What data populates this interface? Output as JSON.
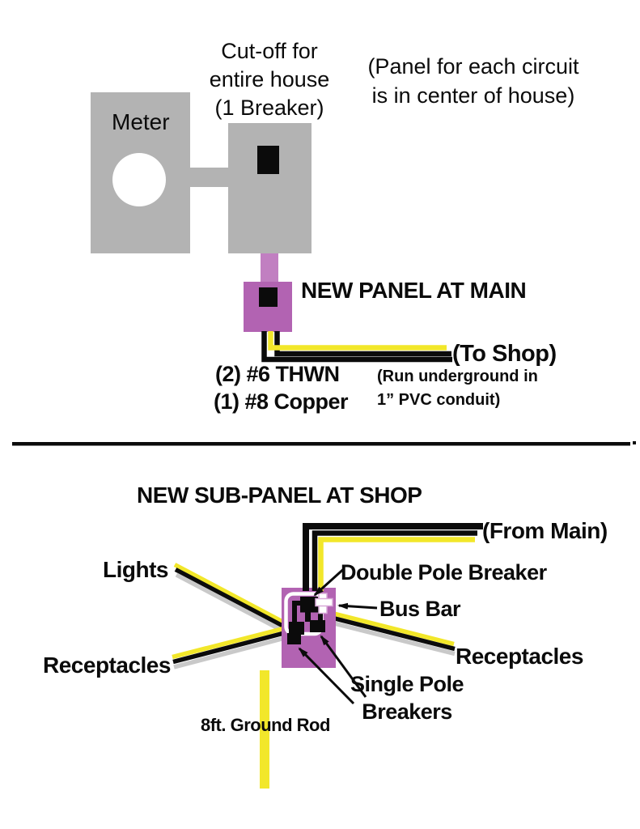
{
  "colors": {
    "ink": "#0b0b0b",
    "box_gray": "#b3b3b3",
    "panel_purple": "#b263b2",
    "stub_purple": "#c17fc1",
    "wire_yellow": "#f2e72a",
    "wire_gray": "#c9c9c9",
    "bus_bar_white": "#ffffff",
    "cross_outline": "#d8a9d8",
    "background": "#ffffff"
  },
  "main_section": {
    "cutoff_label": {
      "lines": [
        "Cut-off for",
        "entire house",
        "(1 Breaker)"
      ]
    },
    "center_note": {
      "lines": [
        "(Panel for each circuit",
        "is in center of house)"
      ]
    },
    "meter_label": "Meter",
    "panel_label": "NEW PANEL AT MAIN",
    "to_shop_label": "(To Shop)",
    "wire_spec_line1": "(2) #6 THWN",
    "wire_spec_line2": "(1) #8 Copper",
    "underground_note": {
      "lines": [
        "(Run underground in",
        "1” PVC conduit)"
      ]
    }
  },
  "shop_section": {
    "title": "NEW SUB-PANEL AT SHOP",
    "from_main_label": "(From Main)",
    "double_pole_label": "Double Pole Breaker",
    "bus_bar_label": "Bus Bar",
    "lights_label": "Lights",
    "receptacles_left_label": "Receptacles",
    "receptacles_right_label": "Receptacles",
    "single_pole_label": {
      "lines": [
        "Single Pole",
        "Breakers"
      ]
    },
    "ground_rod_label": "8ft. Ground Rod"
  }
}
